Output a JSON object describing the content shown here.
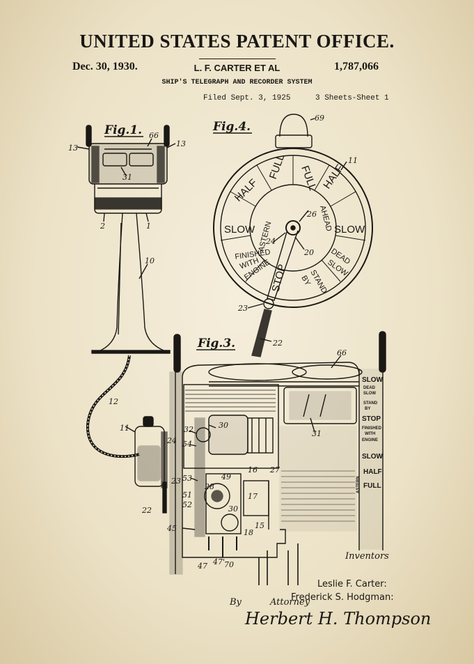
{
  "header": {
    "title": "UNITED STATES PATENT OFFICE.",
    "date": "Dec. 30, 1930.",
    "inventors_line": "L. F. CARTER ET AL",
    "patent_number": "1,787,066",
    "subtitle": "SHIP'S TELEGRAPH AND RECORDER SYSTEM",
    "filed": "Filed Sept. 3, 1925",
    "sheets": "3 Sheets-Sheet 1"
  },
  "figures": {
    "fig1": "Fig.1.",
    "fig3": "Fig.3.",
    "fig4": "Fig.4."
  },
  "dial": {
    "full_astern": "FULL",
    "full_ahead": "FULL",
    "half_astern": "HALF",
    "half_ahead": "HALF",
    "slow_astern": "SLOW",
    "slow_ahead": "SLOW",
    "astern": "ASTERN",
    "ahead": "AHEAD",
    "finished": "FINISHED",
    "with": "WITH",
    "engine": "ENGINE",
    "stop": "STOP",
    "stand": "STAND",
    "by": "BY",
    "dead": "DEAD",
    "slow_dead": "SLOW"
  },
  "side_scale": {
    "slow1": "SLOW",
    "dead": "DEAD",
    "slow2": "SLOW",
    "stand": "STAND",
    "by": "BY",
    "stop": "STOP",
    "finished": "FINISHED",
    "with": "WITH",
    "engine": "ENGINE",
    "slow3": "SLOW",
    "half": "HALF",
    "full": "FULL",
    "astern": "ASTERN"
  },
  "refs": {
    "r66a": "66",
    "r13a": "13",
    "r13b": "13",
    "r31a": "31",
    "r2": "2",
    "r1": "1",
    "r10": "10",
    "r69": "69",
    "r11a": "11",
    "r26": "26",
    "r24a": "24",
    "r20": "20",
    "r23a": "23",
    "r22a": "22",
    "r12": "12",
    "r11b": "11",
    "r24b": "24",
    "r23b": "23",
    "r22b": "22",
    "r45": "45",
    "r66b": "66",
    "r31b": "31",
    "r32": "32",
    "r30a": "30",
    "r54": "54",
    "r53": "53",
    "r16": "16",
    "r27": "27",
    "r49": "49",
    "r51": "51",
    "r52": "52",
    "r17": "17",
    "r30b": "30",
    "r15": "15",
    "r18": "18",
    "r47a": "47",
    "r47b": "47'",
    "r70": "70",
    "r28": "28"
  },
  "signature": {
    "inventors_label": "Inventors",
    "name1": "Leslie F. Carter:",
    "name2": "Frederick S. Hodgman:",
    "by": "By",
    "attorney_label": "Attorney",
    "attorney_signature": "Herbert H. Thompson"
  }
}
